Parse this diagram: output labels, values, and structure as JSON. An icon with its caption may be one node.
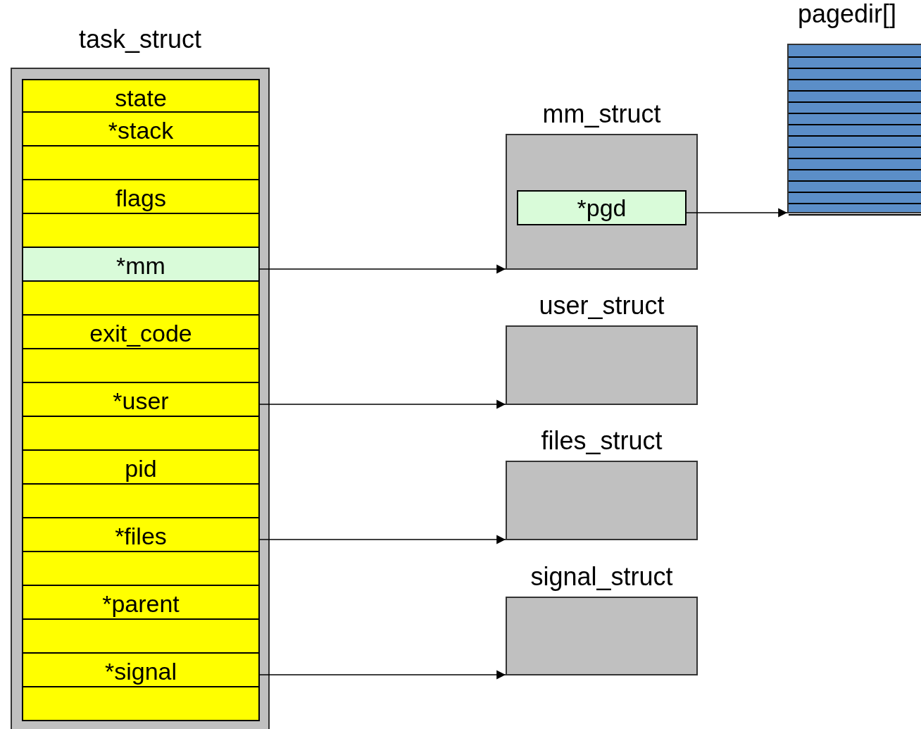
{
  "diagram": {
    "nodes": [
      {
        "text": [
          "task_struct"
        ]
      },
      {
        "text": [
          "state"
        ],
        "in": 0
      },
      {
        "text": [
          "*stack"
        ],
        "in": 0
      },
      {
        "text": [],
        "shape": "box",
        "in": 0
      },
      {
        "text": [
          "flags"
        ],
        "in": 0
      },
      {
        "text": [],
        "shape": "box",
        "in": 0
      },
      {
        "text": [
          "*mm"
        ],
        "in": 0
      },
      {
        "text": [],
        "shape": "box",
        "in": 0
      },
      {
        "text": [
          "exit_code"
        ],
        "in": 0
      },
      {
        "text": [],
        "shape": "box",
        "in": 0
      },
      {
        "text": [
          "*user"
        ],
        "in": 0
      },
      {
        "text": [],
        "shape": "box",
        "in": 0
      },
      {
        "text": [
          "pid"
        ],
        "in": 0
      },
      {
        "text": [],
        "shape": "box",
        "in": 0
      },
      {
        "text": [
          "*files"
        ],
        "in": 0
      },
      {
        "text": [],
        "shape": "box",
        "in": 0
      },
      {
        "text": [
          "*parent"
        ],
        "in": 0
      },
      {
        "text": [],
        "shape": "box",
        "in": 0
      },
      {
        "text": [
          "*signal"
        ],
        "in": 0
      },
      {
        "text": [],
        "shape": "box",
        "in": 0
      },
      {
        "text": [
          "mm_struct"
        ]
      },
      {
        "text": [
          "*pgd"
        ],
        "in": 20
      },
      {
        "text": [
          "user_struct"
        ]
      },
      {
        "text": [
          "files_struct"
        ]
      },
      {
        "text": [
          "signal_struct"
        ]
      },
      {
        "text": [
          "pagedir[]"
        ]
      }
    ],
    "edges": [
      {
        "from": 6,
        "to": 20,
        "arrow": "to"
      },
      {
        "from": 21,
        "to": 25,
        "arrow": "to"
      },
      {
        "from": 10,
        "to": 22,
        "arrow": "to"
      },
      {
        "from": 14,
        "to": 23,
        "arrow": "to"
      },
      {
        "from": 18,
        "to": 24,
        "arrow": "to"
      }
    ]
  }
}
